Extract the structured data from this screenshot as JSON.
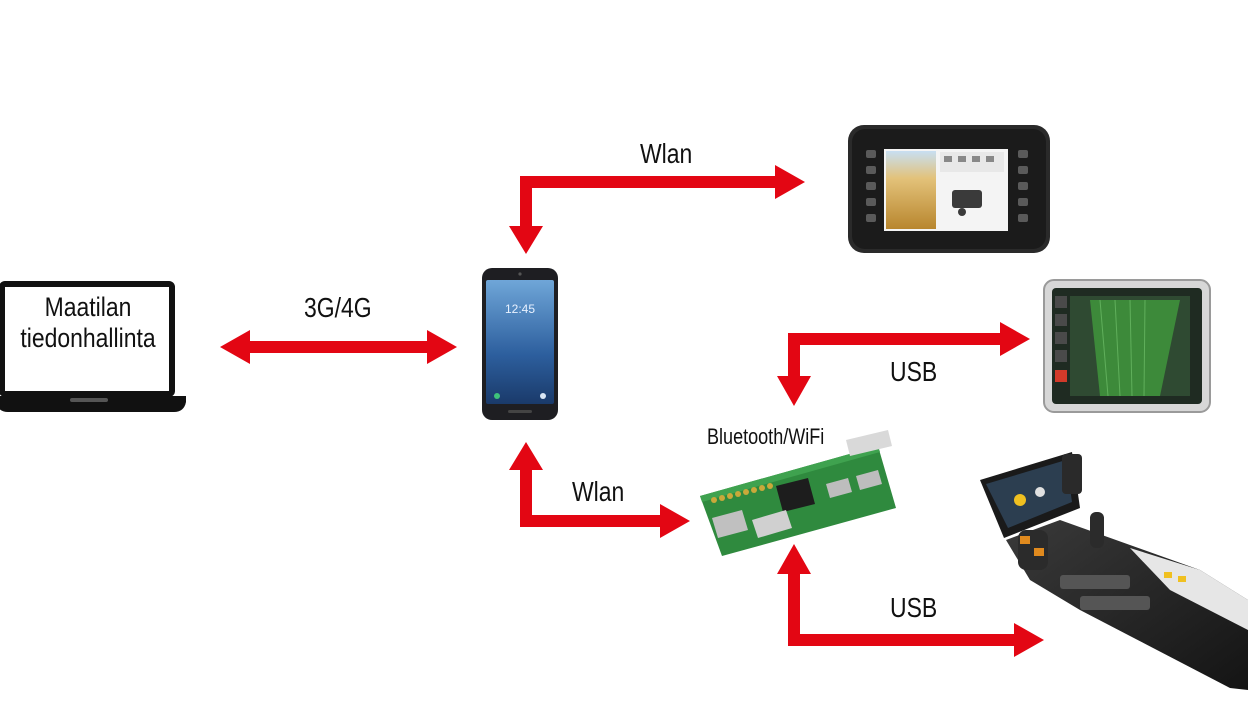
{
  "colors": {
    "arrow": "#e30613",
    "device_dark": "#1c1c1c",
    "board_green": "#2f8a3e"
  },
  "laptop": {
    "line1": "Maatilan",
    "line2": "tiedonhallinta"
  },
  "connections": {
    "laptop_phone": "3G/4G",
    "phone_terminal": "Wlan",
    "phone_board": "Wlan",
    "board_label": "Bluetooth/WiFi",
    "board_display": "USB",
    "board_armrest": "USB"
  },
  "icons": [
    "laptop-icon",
    "smartphone-icon",
    "isobus-terminal-icon",
    "gps-display-icon",
    "raspberry-pi-board-icon",
    "tractor-armrest-icon"
  ]
}
